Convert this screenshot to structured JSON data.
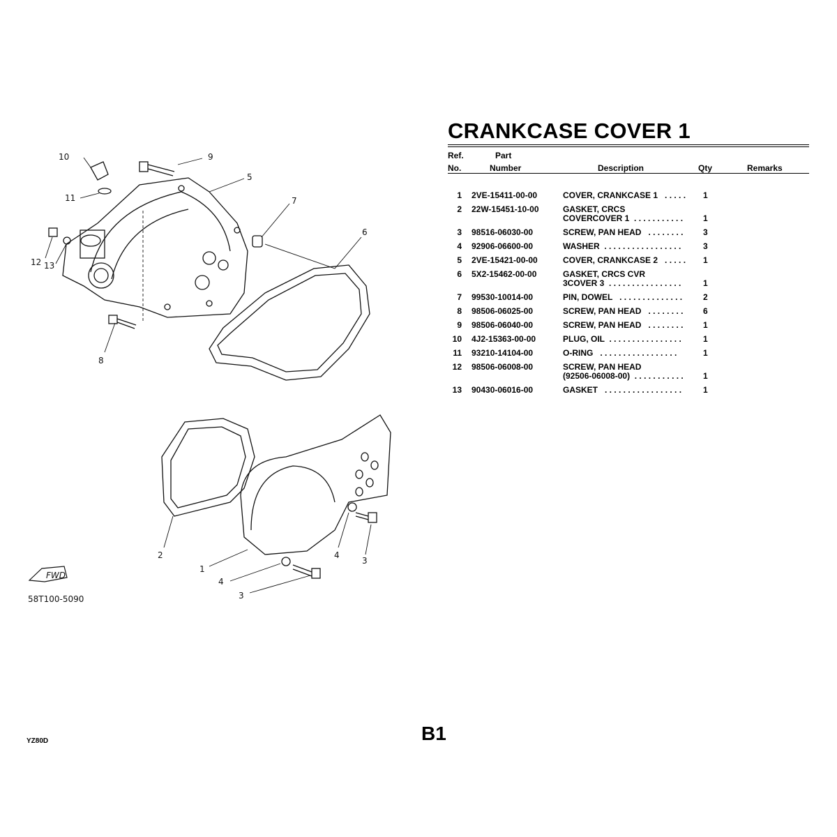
{
  "title": "CRANKCASE COVER 1",
  "table": {
    "headers": {
      "ref_top": "Ref.",
      "ref_bottom": "No.",
      "part_top": "Part",
      "part_bottom": "Number",
      "description": "Description",
      "qty": "Qty",
      "remarks": "Remarks"
    },
    "rows": [
      {
        "ref": "1",
        "part": "2VE-15411-00-00",
        "desc": [
          "COVER, CRANKCASE 1   . . . . ."
        ],
        "qty": "1"
      },
      {
        "ref": "2",
        "part": "22W-15451-10-00",
        "desc": [
          "GASKET, CRCS",
          "COVERCOVER 1  . . . . . . . . . . ."
        ],
        "qty": "1"
      },
      {
        "ref": "3",
        "part": "98516-06030-00",
        "desc": [
          "SCREW, PAN HEAD   . . . . . . . ."
        ],
        "qty": "3"
      },
      {
        "ref": "4",
        "part": "92906-06600-00",
        "desc": [
          "WASHER  . . . . . . . . . . . . . . . . ."
        ],
        "qty": "3"
      },
      {
        "ref": "5",
        "part": "2VE-15421-00-00",
        "desc": [
          "COVER, CRANKCASE 2   . . . . ."
        ],
        "qty": "1"
      },
      {
        "ref": "6",
        "part": "5X2-15462-00-00",
        "desc": [
          "GASKET, CRCS CVR",
          "3COVER 3  . . . . . . . . . . . . . . . ."
        ],
        "qty": "1"
      },
      {
        "ref": "7",
        "part": "99530-10014-00",
        "desc": [
          "PIN, DOWEL   . . . . . . . . . . . . . ."
        ],
        "qty": "2"
      },
      {
        "ref": "8",
        "part": "98506-06025-00",
        "desc": [
          "SCREW, PAN HEAD   . . . . . . . ."
        ],
        "qty": "6"
      },
      {
        "ref": "9",
        "part": "98506-06040-00",
        "desc": [
          "SCREW, PAN HEAD   . . . . . . . ."
        ],
        "qty": "1"
      },
      {
        "ref": "10",
        "part": "4J2-15363-00-00",
        "desc": [
          "PLUG, OIL  . . . . . . . . . . . . . . . ."
        ],
        "qty": "1"
      },
      {
        "ref": "11",
        "part": "93210-14104-00",
        "desc": [
          "O-RING   . . . . . . . . . . . . . . . . ."
        ],
        "qty": "1"
      },
      {
        "ref": "12",
        "part": "98506-06008-00",
        "desc": [
          "SCREW, PAN HEAD",
          "(92506-06008-00)  . . . . . . . . . . ."
        ],
        "qty": "1"
      },
      {
        "ref": "13",
        "part": "90430-06016-00",
        "desc": [
          "GASKET   . . . . . . . . . . . . . . . . ."
        ],
        "qty": "1"
      }
    ]
  },
  "diagram": {
    "callouts": [
      "9",
      "10",
      "11",
      "5",
      "7",
      "6",
      "12",
      "13",
      "8",
      "2",
      "1",
      "4",
      "3",
      "4",
      "3"
    ],
    "fwd_label": "FWD",
    "code": "58T100-5090"
  },
  "footer": {
    "model": "YZ80D",
    "page": "B1"
  }
}
